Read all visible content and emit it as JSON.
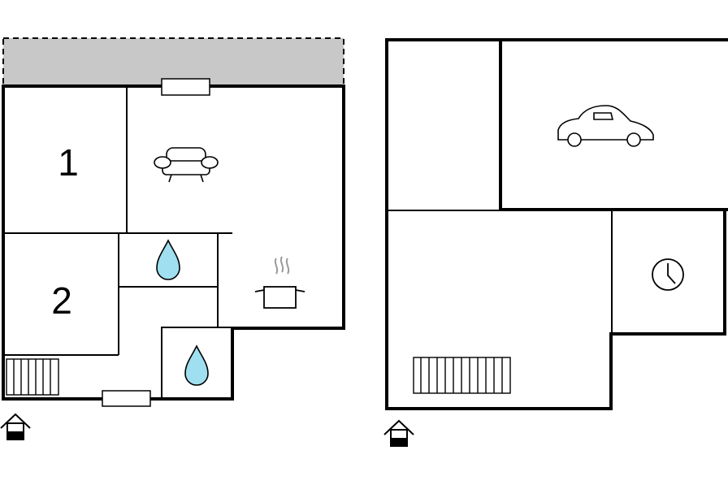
{
  "floor_plan": {
    "ground_floor": {
      "rooms": [
        {
          "label": "1",
          "type": "bedroom"
        },
        {
          "label": "2",
          "type": "bedroom"
        },
        {
          "type": "living-room",
          "icon": "sofa-icon"
        },
        {
          "type": "kitchen",
          "icon": "cooking-pot-icon"
        },
        {
          "type": "bathroom",
          "icon": "water-drop-icon"
        },
        {
          "type": "bathroom",
          "icon": "water-drop-icon"
        },
        {
          "type": "terrace",
          "fill": "#c8c8c8"
        },
        {
          "type": "stairs",
          "icon": "stairs-icon"
        }
      ],
      "entrance_icon": "entrance-house-icon"
    },
    "annex": {
      "rooms": [
        {
          "type": "garage",
          "icon": "car-icon"
        },
        {
          "type": "utility-room",
          "icon": "clock-icon"
        },
        {
          "type": "storage"
        },
        {
          "type": "room",
          "icon": "stairs-icon"
        }
      ],
      "entrance_icon": "entrance-house-icon"
    }
  },
  "colors": {
    "walls": "#000000",
    "terrace": "#c8c8c8",
    "water": "#9fdfef",
    "steam": "#9a9a9a",
    "background": "#ffffff"
  }
}
